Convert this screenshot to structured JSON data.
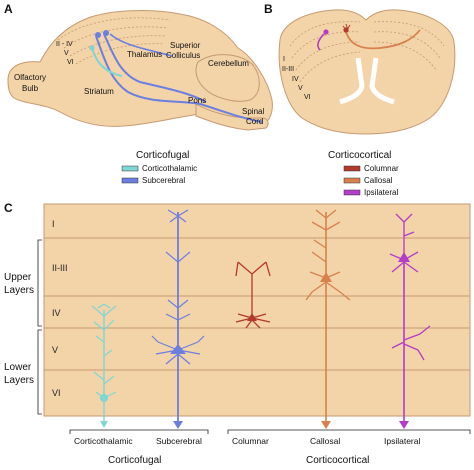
{
  "panels": {
    "a": {
      "label": "A",
      "regions": {
        "olfactory_bulb_1": "Olfactory",
        "olfactory_bulb_2": "Bulb",
        "layer_ii_iv": "II - IV",
        "layer_v": "V",
        "layer_vi": "VI",
        "thalamus": "Thalamus",
        "superior_colliculus_1": "Superior",
        "superior_colliculus_2": "Colliculus",
        "cerebellum": "Cerebellum",
        "striatum": "Striatum",
        "pons": "Pons",
        "spinal_cord_1": "Spinal",
        "spinal_cord_2": "Cord"
      },
      "legend_title": "Corticofugal",
      "legend": [
        {
          "name": "Corticothalamic",
          "color": "#7fd6d4"
        },
        {
          "name": "Subcerebral",
          "color": "#6a7fe0"
        }
      ]
    },
    "b": {
      "label": "B",
      "layers": [
        "I",
        "II-III",
        "IV",
        "V",
        "VI"
      ],
      "legend_title": "Corticocortical",
      "legend": [
        {
          "name": "Columnar",
          "color": "#b33a2b"
        },
        {
          "name": "Callosal",
          "color": "#d7814e"
        },
        {
          "name": "Ipsilateral",
          "color": "#b33cc8"
        }
      ]
    },
    "c": {
      "label": "C",
      "layers": [
        "I",
        "II-III",
        "IV",
        "V",
        "VI"
      ],
      "group_upper_1": "Upper",
      "group_upper_2": "Layers",
      "group_lower_1": "Lower",
      "group_lower_2": "Layers",
      "neurons": [
        "Corticothalamic",
        "Subcerebral",
        "Columnar",
        "Callosal",
        "Ipsilateral"
      ],
      "class_fugal": "Corticofugal",
      "class_cortical": "Corticocortical"
    }
  },
  "colors": {
    "tissue": "#f3d3a8",
    "tissue_edge": "#c59a72",
    "corticothalamic": "#7fd6d4",
    "subcerebral": "#6a7fe0",
    "columnar": "#b33a2b",
    "callosal": "#d7814e",
    "ipsilateral": "#b33cc8"
  }
}
